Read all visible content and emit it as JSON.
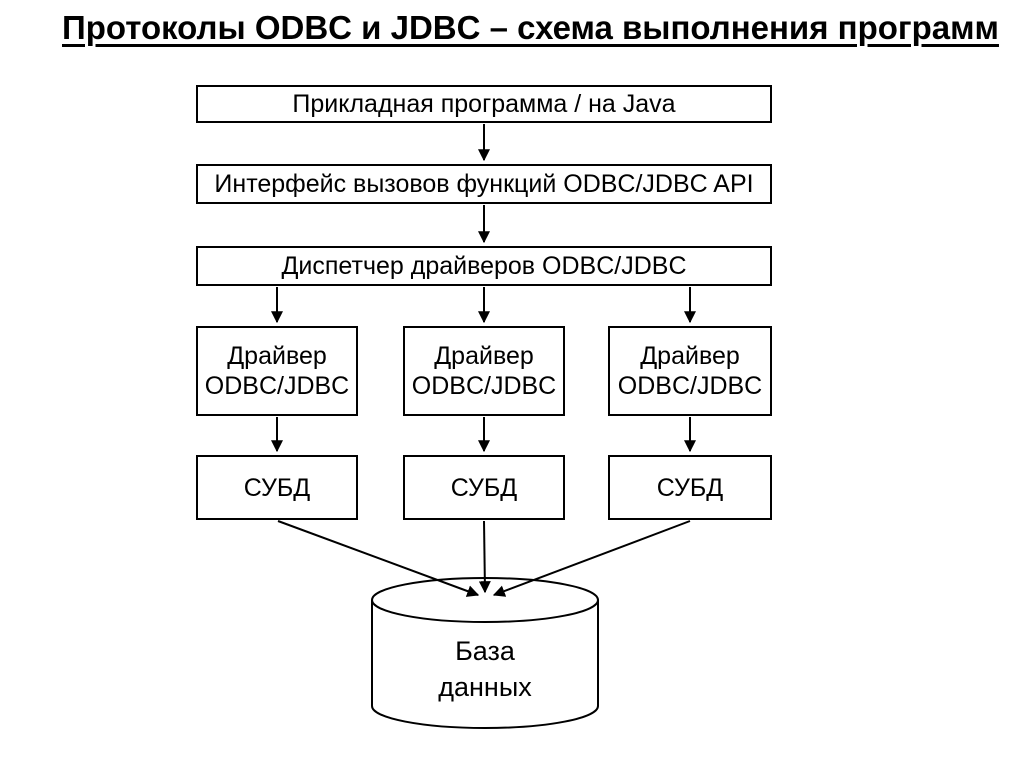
{
  "title": "Протоколы ODBC и JDBC – схема выполнения программ",
  "colors": {
    "stroke": "#000000",
    "background": "#ffffff"
  },
  "diagram": {
    "app_box": "Прикладная программа / на Java",
    "api_box": "Интерфейс вызовов функций ODBC/JDBC API",
    "dispatcher_box": "Диспетчер драйверов ODBC/JDBC",
    "drivers": [
      {
        "line1": "Драйвер",
        "line2": "ODBC/JDBC"
      },
      {
        "line1": "Драйвер",
        "line2": "ODBC/JDBC"
      },
      {
        "line1": "Драйвер",
        "line2": "ODBC/JDBC"
      }
    ],
    "dbms": [
      "СУБД",
      "СУБД",
      "СУБД"
    ],
    "database": {
      "line1": "База",
      "line2": "данных"
    }
  }
}
